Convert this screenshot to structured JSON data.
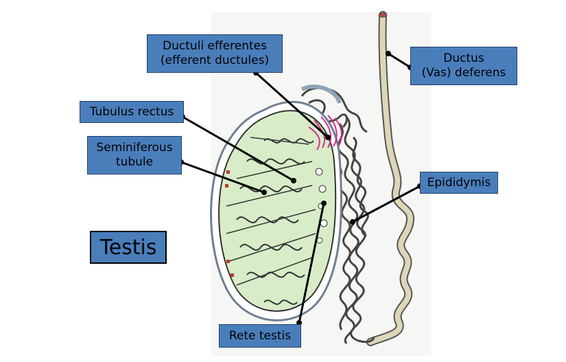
{
  "title": "Testis",
  "labels": {
    "ductuli_efferentes": [
      "Ductuli efferentes",
      "(efferent ductules)"
    ],
    "ductus_deferens": [
      "Ductus",
      "(Vas) deferens"
    ],
    "tubulus_rectus": [
      "Tubulus rectus"
    ],
    "seminiferous_tubule": [
      "Seminiferous",
      "tubule"
    ],
    "epididymis": [
      "Epididymis"
    ],
    "rete_testis": [
      "Rete testis"
    ]
  },
  "colors": {
    "label_fill": "#4a7ebb",
    "testis_fill": "#d8ecc8",
    "tunica": "#8fa4b8",
    "efferent": "#d0308a",
    "vas_fill": "#ddd6b8"
  }
}
